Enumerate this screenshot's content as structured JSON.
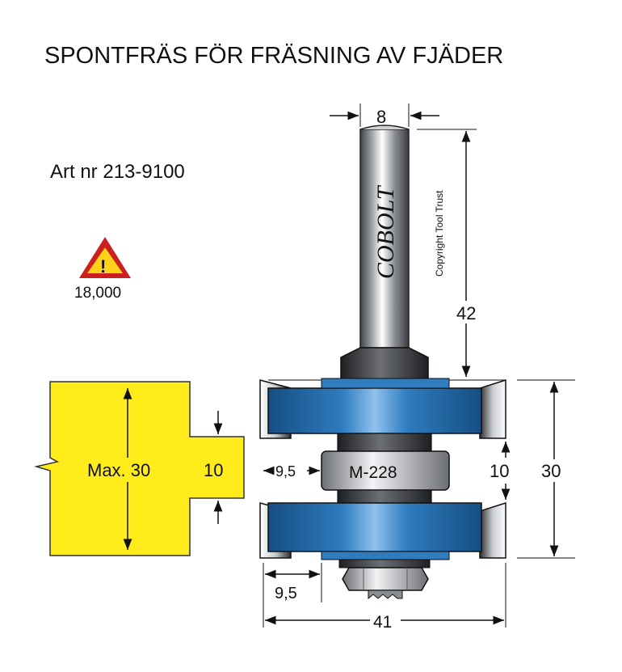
{
  "title": "SPONTFRÄS FÖR FRÄSNING AV FJÄDER",
  "article": "Art nr 213-9100",
  "warning": {
    "icon": "warning-triangle-icon",
    "rpm": "18,000"
  },
  "brand": "COBOLT",
  "copyright": "Copyright Tool Trust",
  "bearing_label": "M-228",
  "profile": {
    "max_label": "Max. 30",
    "tongue_label": "10"
  },
  "dimensions": {
    "shank_diameter": "8",
    "shank_length": "42",
    "cut_height": "30",
    "gap_height": "10",
    "bearing_offset": "9,5",
    "cut_depth": "9,5",
    "total_diameter": "41"
  },
  "colors": {
    "profile_fill": "#ffec1a",
    "cutter_blue": "#1f6aa5",
    "warning_red": "#cc1f1f",
    "warning_yellow": "#ffd21a"
  }
}
